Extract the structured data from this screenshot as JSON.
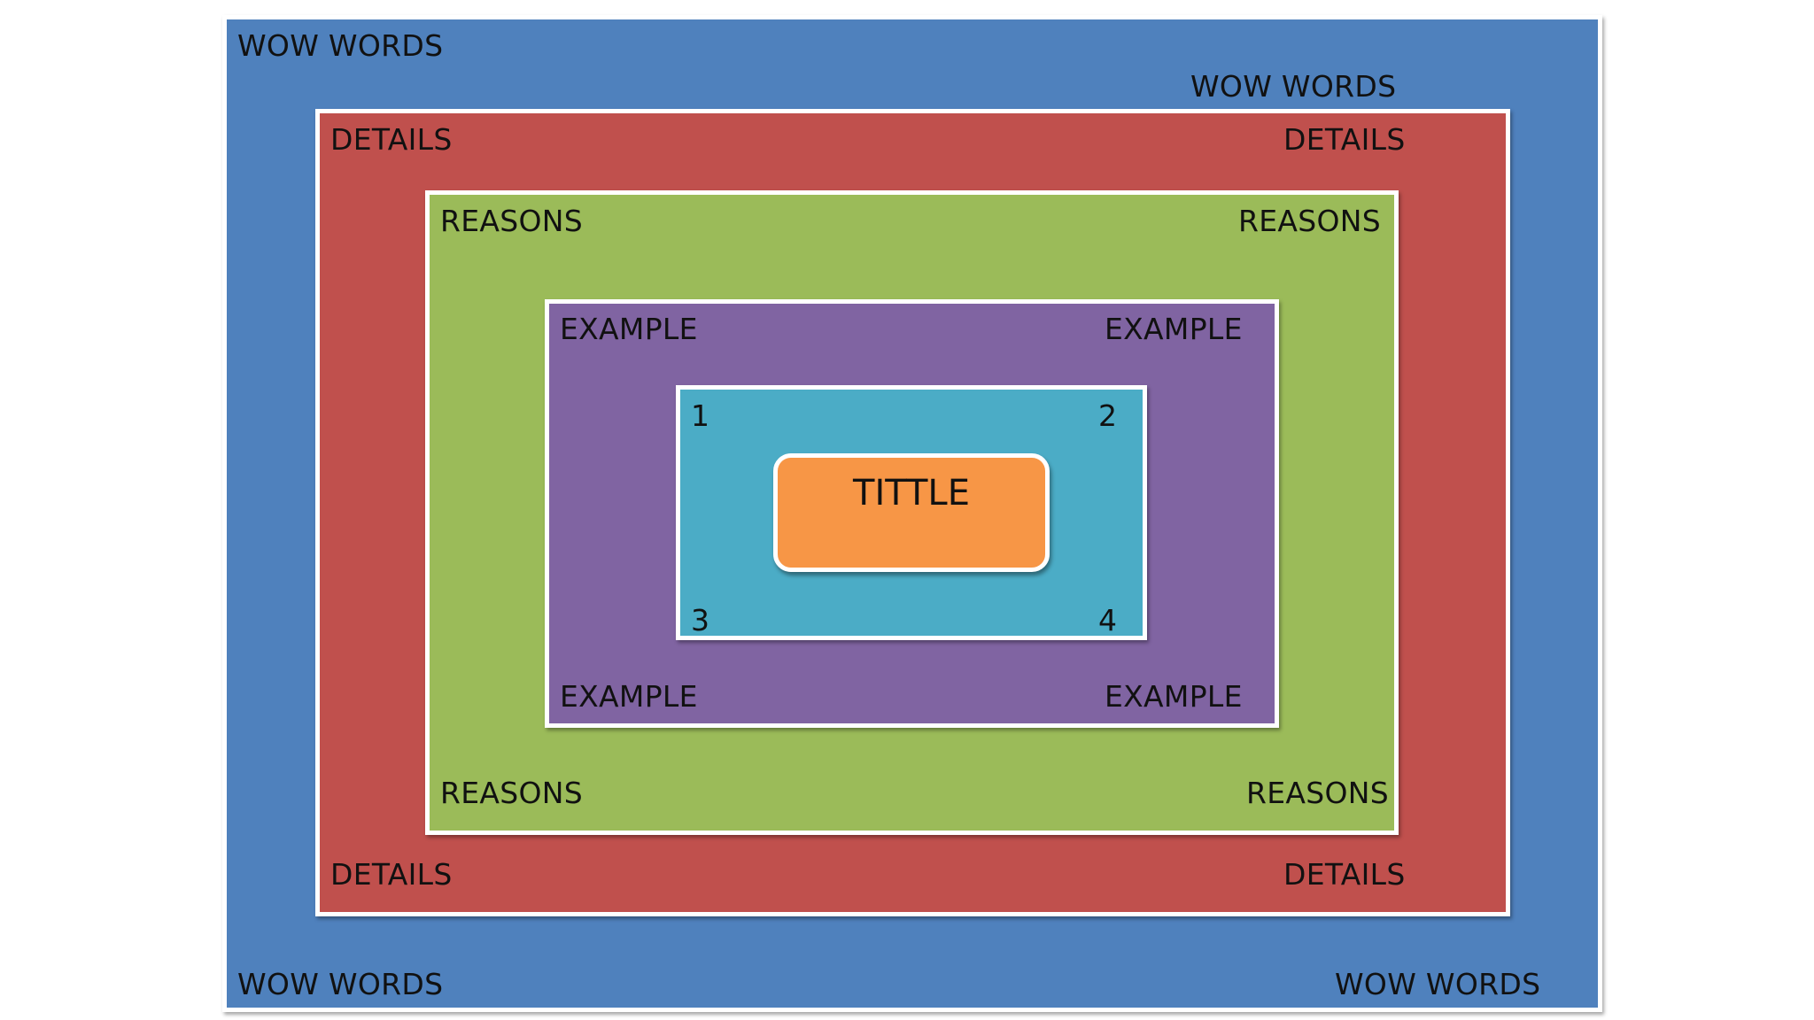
{
  "colors": {
    "wow_words": "#4F81BD",
    "details": "#C0504D",
    "reasons": "#9BBB59",
    "example": "#8064A2",
    "numbers": "#4BACC6",
    "title": "#F79646",
    "border": "#FFFFFF"
  },
  "wow_words": [
    "WOW WORDS",
    "WOW WORDS",
    "WOW WORDS",
    "WOW WORDS"
  ],
  "details": [
    "DETAILS",
    "DETAILS",
    "DETAILS",
    "DETAILS"
  ],
  "reasons": [
    "REASONS",
    "REASONS",
    "REASONS",
    "REASONS"
  ],
  "examples": [
    "EXAMPLE",
    "EXAMPLE",
    "EXAMPLE",
    "EXAMPLE"
  ],
  "numbers": [
    "1",
    "2",
    "3",
    "4"
  ],
  "title": "TITTLE"
}
